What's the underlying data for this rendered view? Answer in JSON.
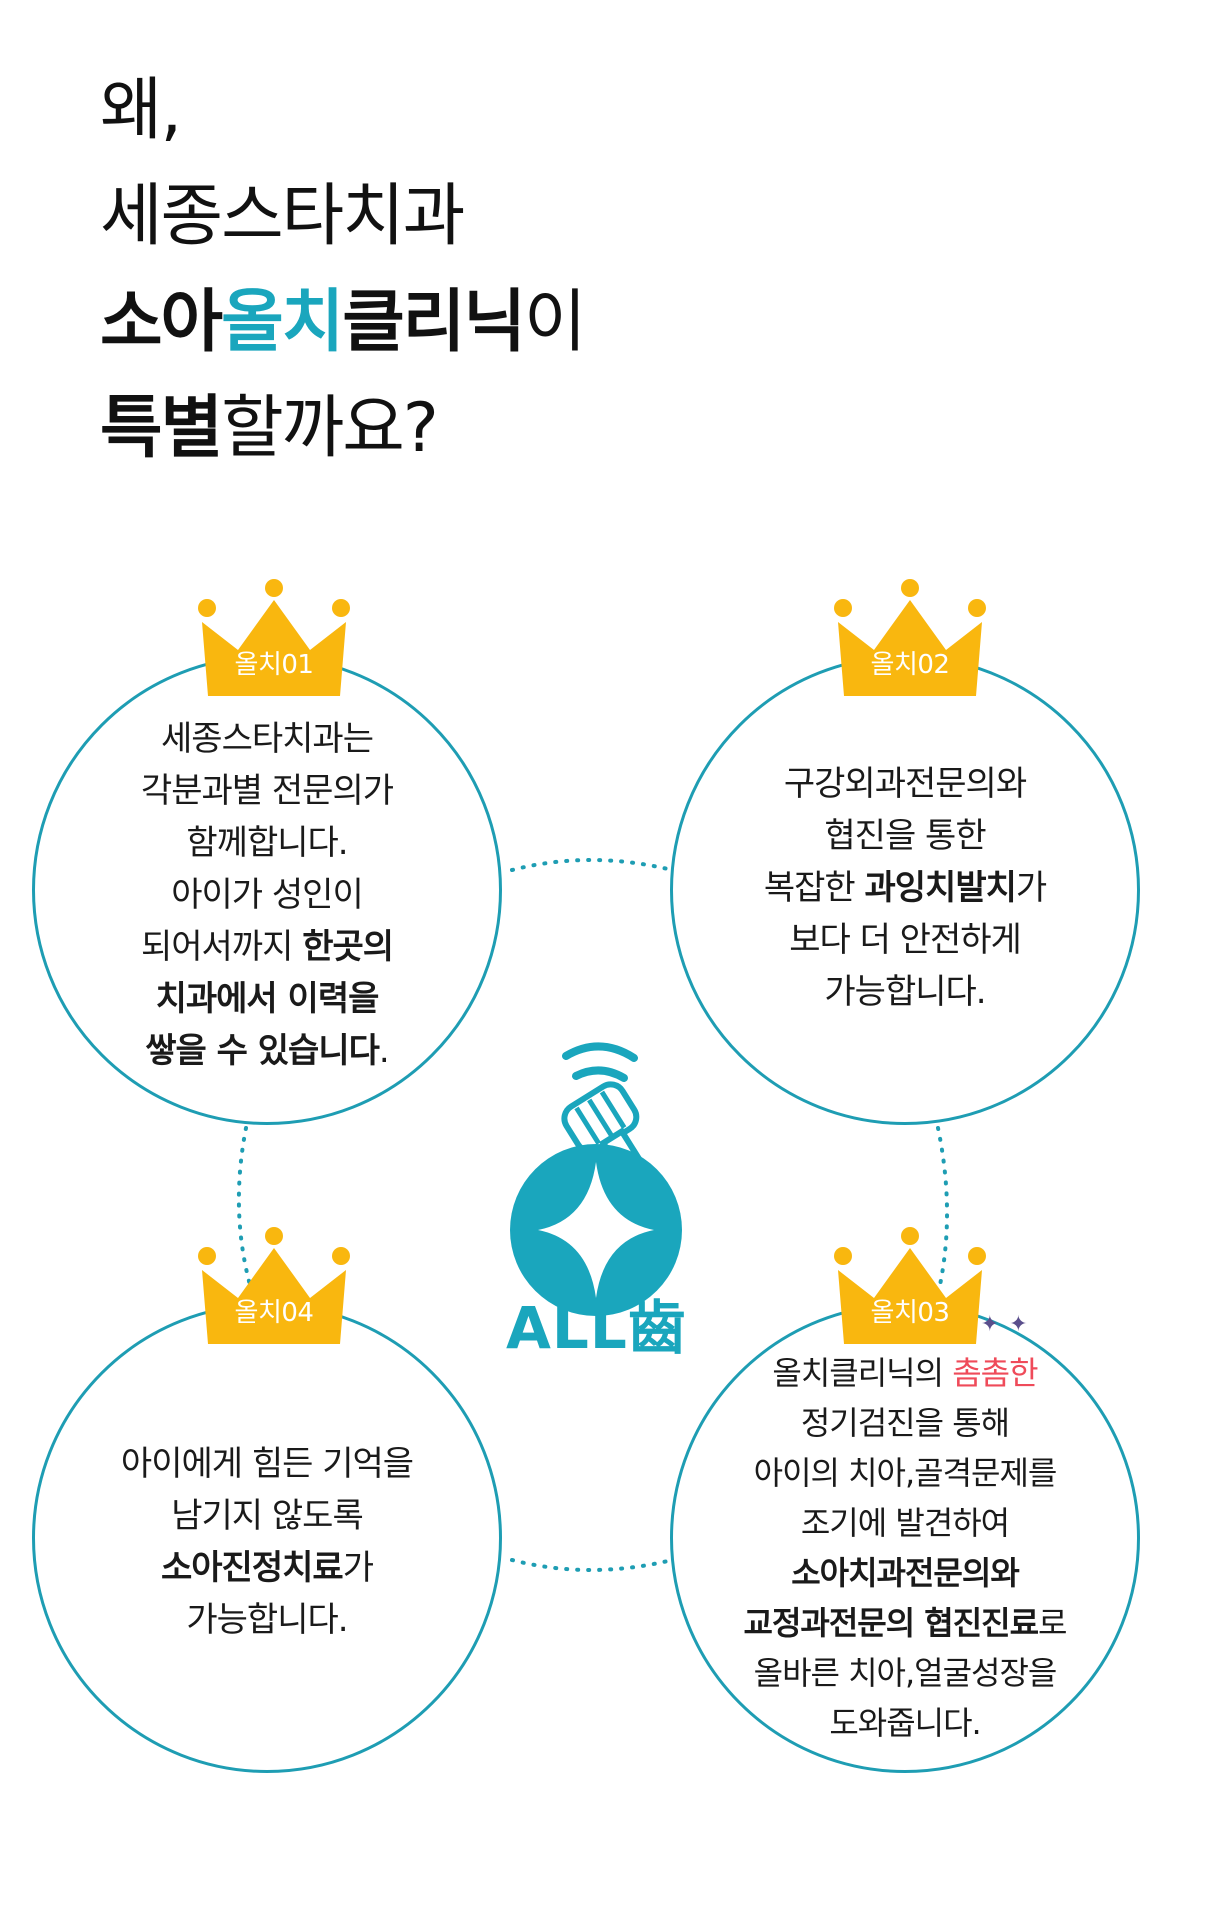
{
  "headline": {
    "line1": "왜,",
    "line2": "세종스타치과",
    "line3_part1": "소아",
    "line3_part2": "올치",
    "line3_part3": "클리닉",
    "line3_part4": "이",
    "line4_part1": "특별",
    "line4_part2": "할까요?"
  },
  "colors": {
    "accent": "#1aa6bd",
    "circle_border": "#1e9db3",
    "crown": "#f9b70f",
    "highlight": "#ef4b5a"
  },
  "cards": [
    {
      "label": "올치01",
      "lines": [
        {
          "t": "세종스타치과는"
        },
        {
          "t": "각분과별 전문의가"
        },
        {
          "t": "함께합니다."
        },
        {
          "t": "아이가 성인이"
        },
        {
          "t1": "되어서까지 ",
          "t2": "한곳의"
        },
        {
          "t1": "치과에서 이력을"
        },
        {
          "t1": "쌓을 수 있습니다",
          "t2": "."
        }
      ]
    },
    {
      "label": "올치02",
      "lines": [
        {
          "t": "구강외과전문의와"
        },
        {
          "t": "협진을 통한"
        },
        {
          "t1": "복잡한 ",
          "t2": "과잉치발치",
          "t3": "가"
        },
        {
          "t": "보다 더 안전하게"
        },
        {
          "t": "가능합니다."
        }
      ]
    },
    {
      "label": "올치03",
      "lines": [
        {
          "t1": "올치클리닉의 ",
          "t2": "촘촘한"
        },
        {
          "t": "정기검진을 통해"
        },
        {
          "t": "아이의 치아,골격문제를"
        },
        {
          "t": "조기에 발견하여"
        },
        {
          "t1": "소아치과전문의와"
        },
        {
          "t1": "교정과전문의 협진진료",
          "t2": "로"
        },
        {
          "t": "올바른 치아,얼굴성장을"
        },
        {
          "t": "도와줍니다."
        }
      ]
    },
    {
      "label": "올치04",
      "lines": [
        {
          "t": "아이에게 힘든 기억을"
        },
        {
          "t": "남기지 않도록"
        },
        {
          "t1": "소아진정치료",
          "t2": "가"
        },
        {
          "t": "가능합니다."
        }
      ]
    }
  ],
  "logo": {
    "text": "ALL齒",
    "icon": "tooth-sparkle-icon"
  }
}
